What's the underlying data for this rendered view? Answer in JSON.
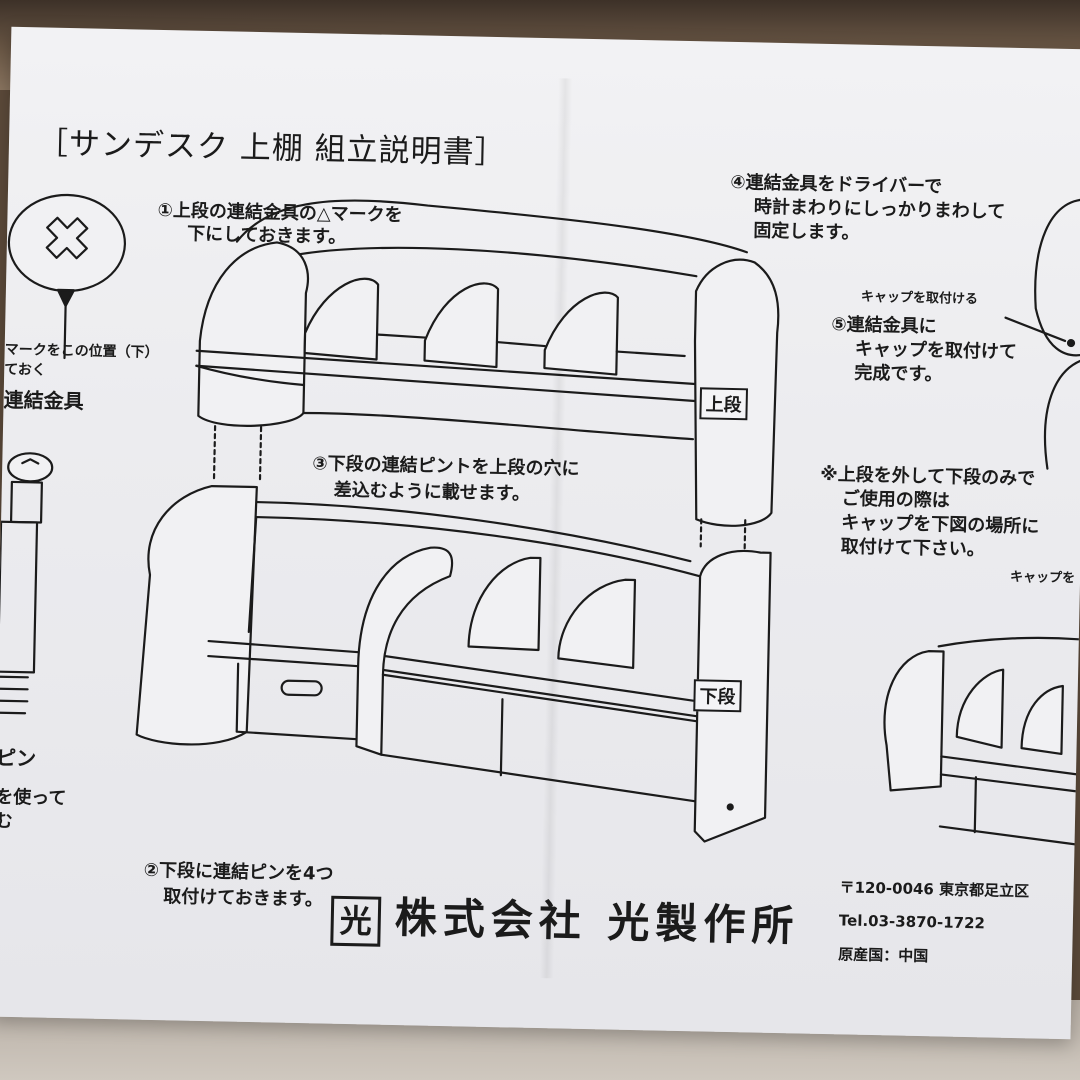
{
  "title": "［サンデスク 上棚 組立説明書］",
  "steps": {
    "s1_line1": "①上段の連結金具の△マークを",
    "s1_line2": "下にしておきます。",
    "s2_line1": "②下段に連結ピンを4つ",
    "s2_line2": "取付けておきます。",
    "s3_line1": "③下段の連結ピントを上段の穴に",
    "s3_line2": "差込むように載せます。",
    "s4_line1": "④連結金具をドライバーで",
    "s4_line2": "時計まわりにしっかりまわして",
    "s4_line3": "固定します。",
    "s5_line1": "⑤連結金具に",
    "s5_line2": "キャップを取付けて",
    "s5_line3": "完成です。"
  },
  "notes": {
    "cap_attach": "キャップを取付ける",
    "lower_only_1": "※上段を外して下段のみで",
    "lower_only_2": "ご使用の際は",
    "lower_only_3": "キャップを下図の場所に",
    "lower_only_4": "取付けて下さい。",
    "cap_cut": "キャップを"
  },
  "left_column": {
    "mark_line1": "マークをこの位置（下）",
    "mark_line2": "ておく",
    "fitting": "連結金具",
    "pin": "ピン",
    "use_line1": "を使って",
    "use_line2": "む"
  },
  "labels": {
    "upper": "上段",
    "lower": "下段"
  },
  "company": {
    "logo": "光",
    "name": "株式会社 光製作所",
    "postal": "〒120-0046 東京都足立区",
    "tel": "Tel.03-3870-1722",
    "origin": "原産国：中国"
  }
}
